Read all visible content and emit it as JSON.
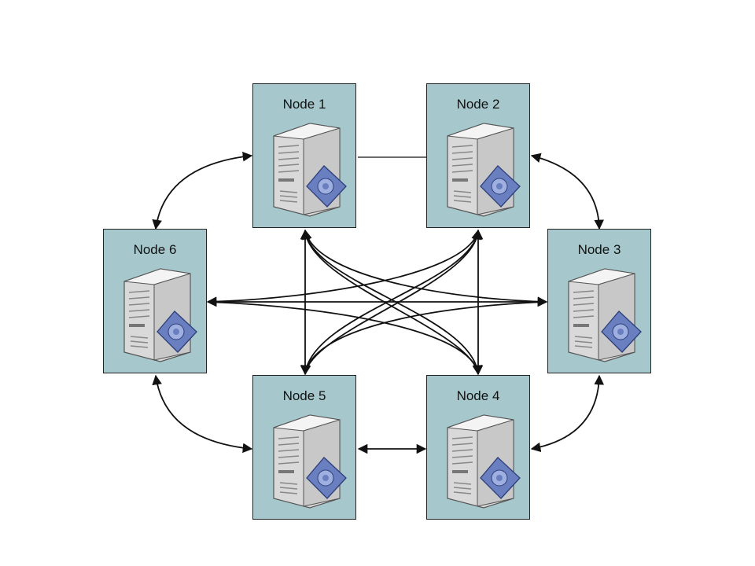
{
  "diagram": {
    "nodes": [
      {
        "id": "n1",
        "label": "Node 1",
        "icon": "server-icon"
      },
      {
        "id": "n2",
        "label": "Node 2",
        "icon": "server-icon"
      },
      {
        "id": "n3",
        "label": "Node 3",
        "icon": "server-icon"
      },
      {
        "id": "n4",
        "label": "Node 4",
        "icon": "server-icon"
      },
      {
        "id": "n5",
        "label": "Node 5",
        "icon": "server-icon"
      },
      {
        "id": "n6",
        "label": "Node 6",
        "icon": "server-icon"
      }
    ],
    "edges": [
      {
        "from": "Node 1",
        "to": "Node 2",
        "style": "plain line"
      },
      {
        "from": "Node 2",
        "to": "Node 3",
        "style": "double arrow"
      },
      {
        "from": "Node 3",
        "to": "Node 4",
        "style": "double arrow"
      },
      {
        "from": "Node 4",
        "to": "Node 5",
        "style": "double arrow"
      },
      {
        "from": "Node 5",
        "to": "Node 6",
        "style": "double arrow"
      },
      {
        "from": "Node 6",
        "to": "Node 1",
        "style": "double arrow"
      },
      {
        "from": "Node 1",
        "to": "Node 5",
        "style": "double arrow"
      },
      {
        "from": "Node 1",
        "to": "Node 4",
        "style": "double arrow"
      },
      {
        "from": "Node 1",
        "to": "Node 3",
        "style": "double arrow"
      },
      {
        "from": "Node 2",
        "to": "Node 4",
        "style": "double arrow"
      },
      {
        "from": "Node 2",
        "to": "Node 5",
        "style": "double arrow"
      },
      {
        "from": "Node 2",
        "to": "Node 6",
        "style": "double arrow"
      },
      {
        "from": "Node 6",
        "to": "Node 3",
        "style": "double arrow"
      }
    ],
    "colors": {
      "node_fill": "#a6c8cc",
      "node_border": "#222222",
      "edge": "#111111",
      "server_body": "#e6e6e6",
      "gear_badge": "#6a7fc0"
    }
  }
}
